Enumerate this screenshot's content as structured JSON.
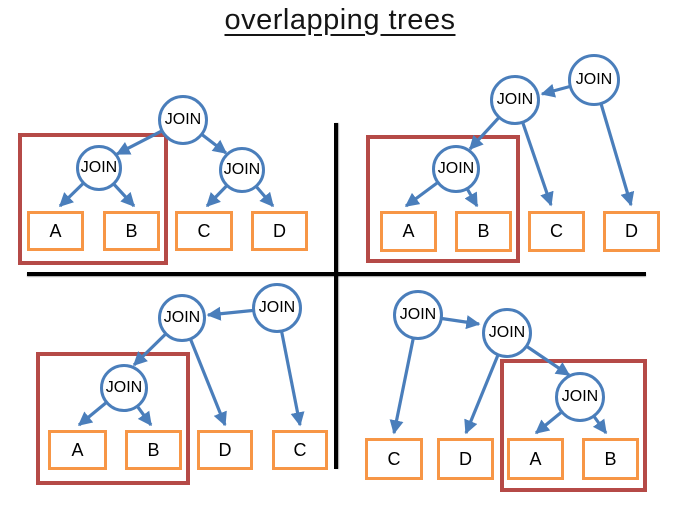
{
  "title": "overlapping trees",
  "colors": {
    "edge_blue": "#4a7ebb",
    "leaf_border_orange": "#f79646",
    "group_border_red": "#b54a47",
    "divider_black": "#000000"
  },
  "quadrants": [
    {
      "id": "top-left",
      "joins": [
        {
          "label": "JOIN"
        },
        {
          "label": "JOIN"
        },
        {
          "label": "JOIN"
        }
      ],
      "leaves": [
        {
          "label": "A"
        },
        {
          "label": "B"
        },
        {
          "label": "C"
        },
        {
          "label": "D"
        }
      ]
    },
    {
      "id": "top-right",
      "joins": [
        {
          "label": "JOIN"
        },
        {
          "label": "JOIN"
        },
        {
          "label": "JOIN"
        }
      ],
      "leaves": [
        {
          "label": "A"
        },
        {
          "label": "B"
        },
        {
          "label": "C"
        },
        {
          "label": "D"
        }
      ]
    },
    {
      "id": "bottom-left",
      "joins": [
        {
          "label": "JOIN"
        },
        {
          "label": "JOIN"
        },
        {
          "label": "JOIN"
        }
      ],
      "leaves": [
        {
          "label": "A"
        },
        {
          "label": "B"
        },
        {
          "label": "D"
        },
        {
          "label": "C"
        }
      ]
    },
    {
      "id": "bottom-right",
      "joins": [
        {
          "label": "JOIN"
        },
        {
          "label": "JOIN"
        },
        {
          "label": "JOIN"
        }
      ],
      "leaves": [
        {
          "label": "C"
        },
        {
          "label": "D"
        },
        {
          "label": "A"
        },
        {
          "label": "B"
        }
      ]
    }
  ]
}
